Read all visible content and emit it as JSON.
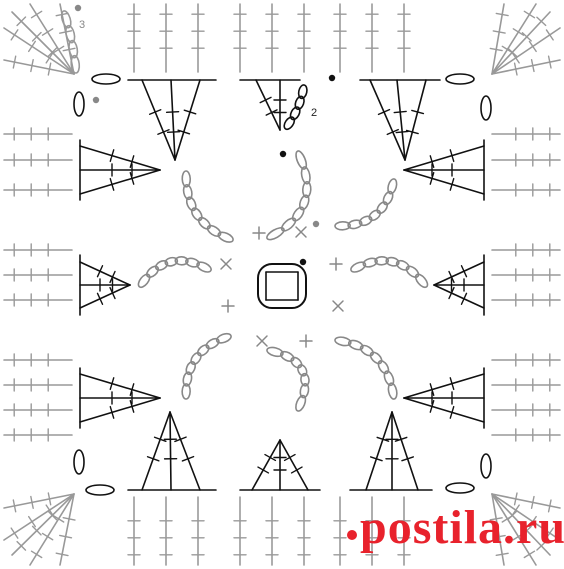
{
  "diagram": {
    "row_labels": {
      "row2": "2",
      "row3": "3"
    },
    "colors": {
      "row1": "#888888",
      "row2": "#111111",
      "row3": "#999999",
      "marker_row2": "#111111",
      "marker_row3": "#888888"
    }
  },
  "watermark": {
    "text": "postila.ru",
    "color": "#e8222c"
  }
}
